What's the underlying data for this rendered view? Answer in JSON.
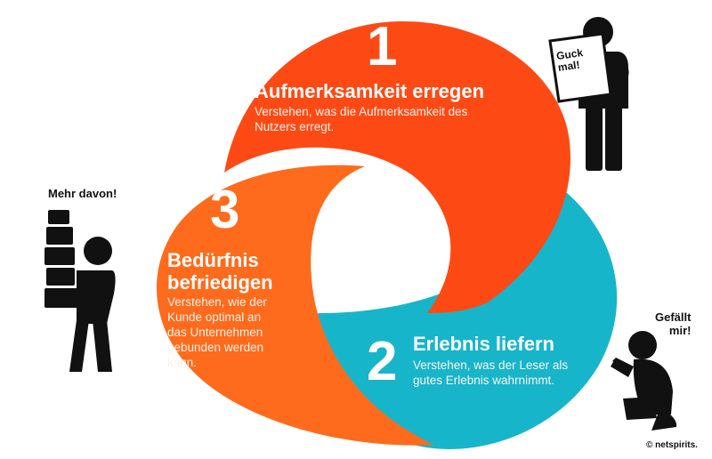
{
  "steps": [
    {
      "number": "1",
      "title": "Aufmerksamkeit erregen",
      "description_lines": [
        "Verstehen, was die Aufmerksamkeit des",
        "Nutzers erregt."
      ],
      "color": "#fd4a15"
    },
    {
      "number": "2",
      "title": "Erlebnis liefern",
      "description_lines": [
        "Verstehen, was der Leser als",
        "gutes Erlebnis wahrnimmt."
      ],
      "color": "#17b5c9"
    },
    {
      "number": "3",
      "title_lines": [
        "Bedürfnis",
        "befriedigen"
      ],
      "description_lines": [
        "Verstehen, wie der",
        "Kunde optimal an",
        "das Unternehmen",
        "gebunden werden",
        "kann."
      ],
      "color": "#fe6b1d"
    }
  ],
  "figures": {
    "sign_text_lines": [
      "Guck",
      "mal!"
    ],
    "box_carrier_caption": "Mehr davon!",
    "kneeling_caption_lines": [
      "Gefällt",
      "mir!"
    ]
  },
  "credit": "© netspirits."
}
